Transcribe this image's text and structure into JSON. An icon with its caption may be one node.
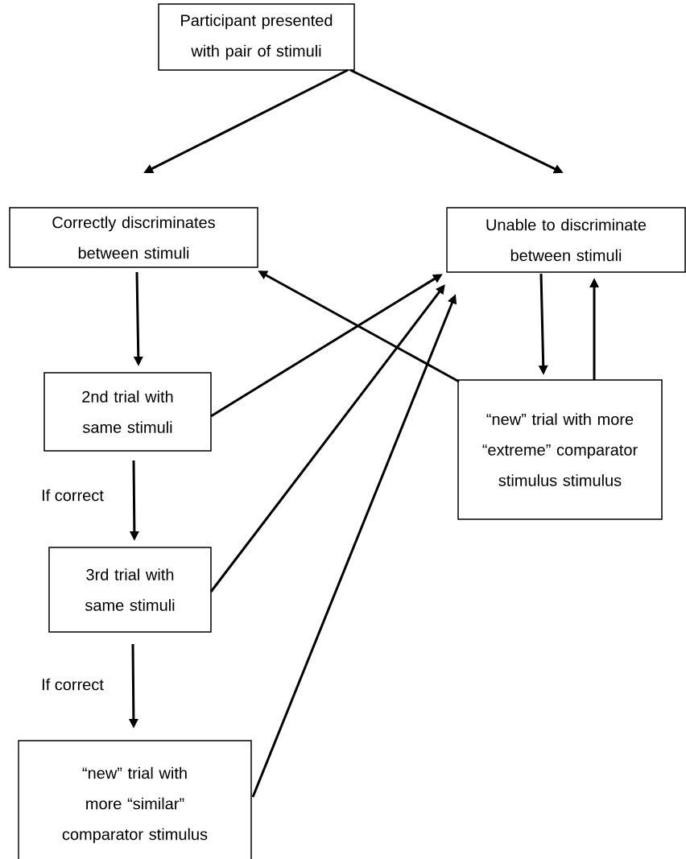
{
  "diagram": {
    "nodes": [
      {
        "text": [
          "Participant presented with pair of stimuli"
        ]
      },
      {
        "text": [
          "Correctly discriminates between stimuli"
        ]
      },
      {
        "text": [
          "Unable to discriminate between stimuli"
        ]
      },
      {
        "text": [
          "2nd trial with same stimuli"
        ]
      },
      {
        "text": [
          "“new” trial with more “extreme” comparator stimulus stimulus"
        ]
      },
      {
        "text": [
          "3rd trial with same stimuli"
        ]
      },
      {
        "text": [
          "“new” trial with more “similar” comparator stimulus"
        ]
      }
    ],
    "edges": [
      {
        "from": 0,
        "to": 1,
        "arrow": "to"
      },
      {
        "from": 0,
        "to": 2,
        "arrow": "to"
      },
      {
        "from": 1,
        "to": 3,
        "arrow": "to"
      },
      {
        "from": 3,
        "to": 5,
        "arrow": "to",
        "label": "If correct"
      },
      {
        "from": 5,
        "to": 6,
        "arrow": "to",
        "label": "If correct"
      },
      {
        "from": 3,
        "to": 2,
        "arrow": "to"
      },
      {
        "from": 4,
        "to": 2,
        "arrow": "to"
      },
      {
        "from": 2,
        "to": 4,
        "arrow": "to"
      },
      {
        "from": 4,
        "to": 1,
        "arrow": "to"
      },
      {
        "from": 5,
        "to": 2,
        "arrow": "to"
      },
      {
        "from": 6,
        "to": 2,
        "arrow": "to"
      }
    ]
  }
}
